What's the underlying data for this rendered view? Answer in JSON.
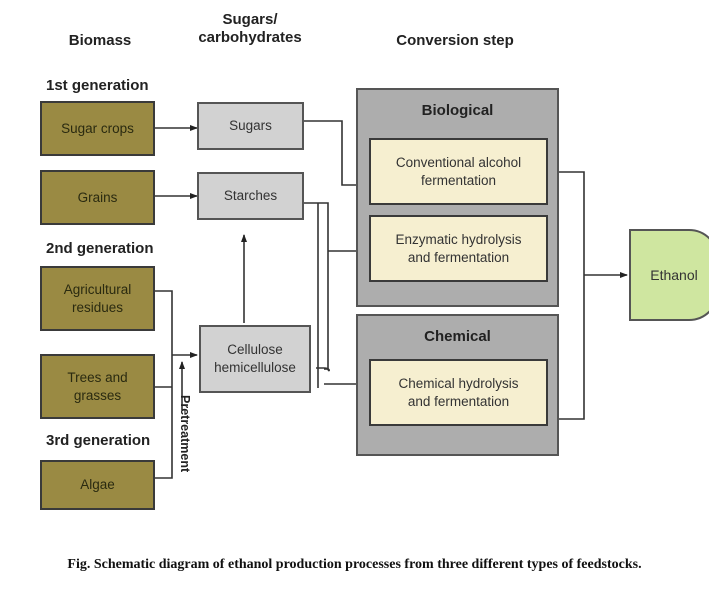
{
  "headers": {
    "biomass": "Biomass",
    "sugars": "Sugars/\ncarbohydrates",
    "conversion": "Conversion step"
  },
  "generations": {
    "first": "1st generation",
    "second": "2nd generation",
    "third": "3rd generation"
  },
  "biomass_boxes": {
    "sugar_crops": "Sugar crops",
    "grains": "Grains",
    "agricultural_residues": "Agricultural residues",
    "trees_grasses": "Trees and grasses",
    "algae": "Algae"
  },
  "sugar_boxes": {
    "sugars": "Sugars",
    "starches": "Starches",
    "cellulose": "Cellulose hemicellulose"
  },
  "pretreatment": "Pretreatment",
  "conversion": {
    "biological": {
      "title": "Biological",
      "steps": [
        "Conventional alcohol fermentation",
        "Enzymatic hydrolysis and fermentation"
      ]
    },
    "chemical": {
      "title": "Chemical",
      "steps": [
        "Chemical hydrolysis and fermentation"
      ]
    }
  },
  "product": "Ethanol",
  "caption": "Fig. Schematic diagram of ethanol production processes from three different types of feedstocks.",
  "colors": {
    "biomass": "#9a8a43",
    "sugar": "#d2d2d2",
    "group": "#adadad",
    "step": "#f6efd0",
    "ethanol": "#cfe6a0"
  }
}
